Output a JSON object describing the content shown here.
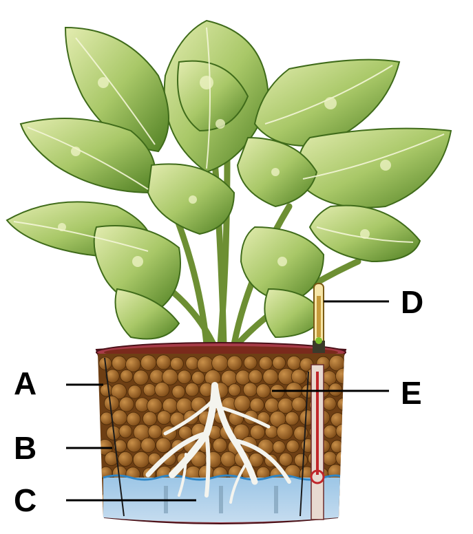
{
  "labels": {
    "a": "A",
    "b": "B",
    "c": "C",
    "d": "D",
    "e": "E"
  },
  "colors": {
    "leaf_dark": "#5c8a2a",
    "leaf_light": "#d8e6a0",
    "pot": "#8a2a34",
    "pot_rim": "#9c3440",
    "granules": "#a0692b",
    "roots": "#f4f4ee",
    "water": "#a9cdea",
    "water_line": "#2f86c6",
    "gauge_red": "#c0262b",
    "gauge_tube": "#d4a64a"
  }
}
